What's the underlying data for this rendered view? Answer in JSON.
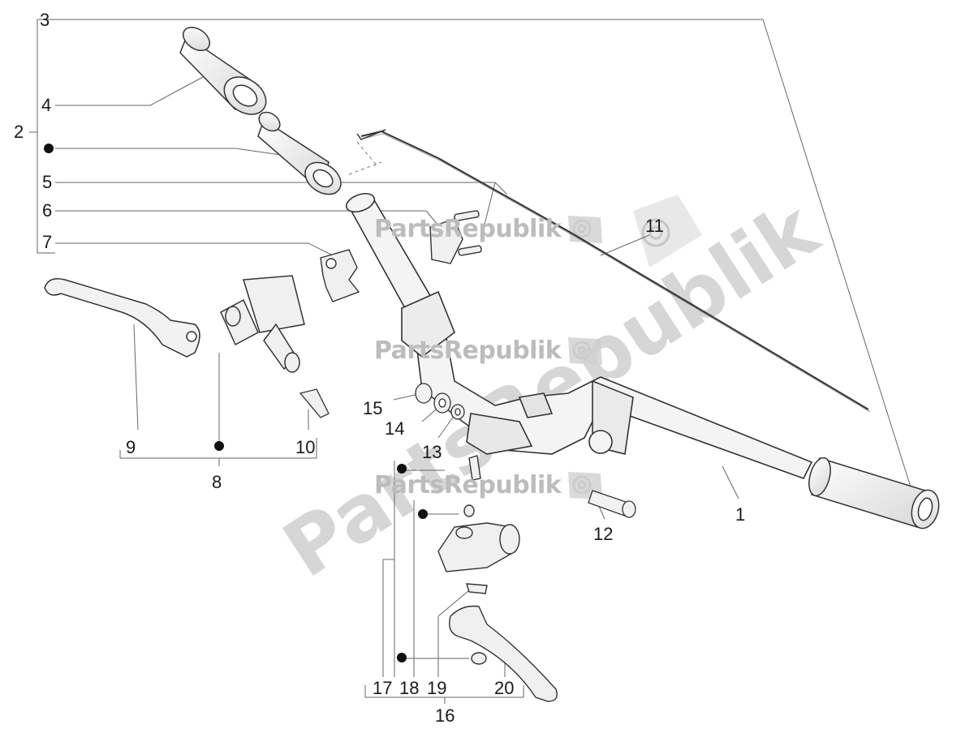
{
  "diagram": {
    "callouts": {
      "n1": "1",
      "n2": "2",
      "n3": "3",
      "n4": "4",
      "n5": "5",
      "n6": "6",
      "n7": "7",
      "n8": "8",
      "n9": "9",
      "n10": "10",
      "n11": "11",
      "n12": "12",
      "n13": "13",
      "n14": "14",
      "n15": "15",
      "n16": "16",
      "n17": "17",
      "n18": "18",
      "n19": "19",
      "n20": "20"
    },
    "watermark": {
      "small": "PartsRepublik",
      "big": "PartsRepublik"
    },
    "colors": {
      "line": "#444444",
      "part_stroke": "#3a3a3a",
      "part_fill": "#f2f2f2",
      "watermark": "#bcbcbc"
    }
  }
}
